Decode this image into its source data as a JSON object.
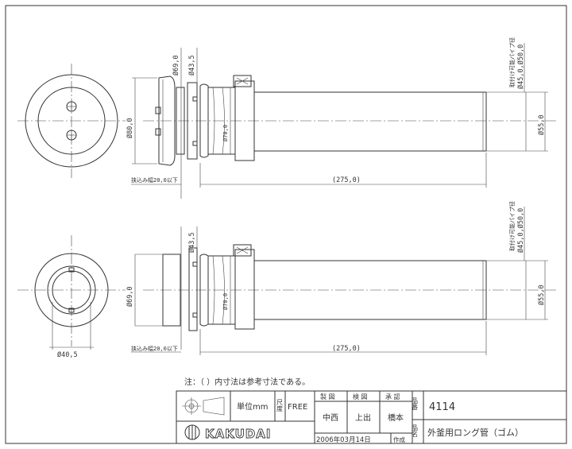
{
  "drawing": {
    "top_view": {
      "dia_outer": "Ø69,0",
      "dia_inner": "Ø43,5",
      "dia_body": "Ø80,0",
      "dia_ring": "Ø70,0",
      "pipe_range": "Ø45,0,Ø50,0",
      "pipe_note": "取付け可能パイプ径",
      "dia_pipe": "Ø55,0",
      "insert_width": "挟込み幅20,0以下",
      "length": "(275,0)"
    },
    "bottom_view": {
      "dia_inner": "Ø43,5",
      "dia_body": "Ø69,0",
      "dia_ring": "Ø70,0",
      "pipe_range": "Ø45,0,Ø50,0",
      "pipe_note": "取付け可能パイプ径",
      "dia_pipe": "Ø55,0",
      "insert_width": "挟込み幅20,0以下",
      "length": "(275,0)",
      "dia_front": "Ø40,5"
    },
    "note": "注：（ ）内寸法は参考寸法である。"
  },
  "title_block": {
    "unit_label": "単位mm",
    "scale_label": "尺度",
    "scale_value": "FREE",
    "made_label": "製 図",
    "check_label": "検 図",
    "approve_label": "承 認",
    "made_by": "中西",
    "checked_by": "上出",
    "approved_by": "橋本",
    "date": "2006年03月14日",
    "created_label": "作成",
    "part_no_label": "品番",
    "part_no": "4114",
    "part_name_label": "品名",
    "part_name": "外釜用ロング管（ゴム）",
    "company": "KAKUDAI"
  }
}
